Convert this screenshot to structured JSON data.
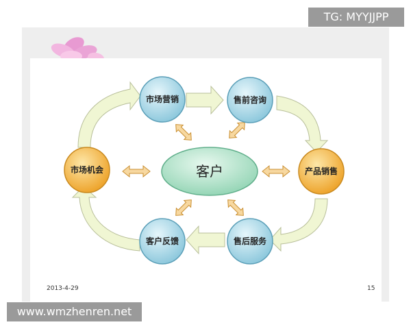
{
  "watermarks": {
    "tg": "TG: MYYJJPP",
    "url": "www.wmzhenren.net"
  },
  "footer": {
    "date": "2013-4-29",
    "page": "15"
  },
  "diagram": {
    "center": "客户",
    "nodes": {
      "market_marketing": "市场营销",
      "presale_consult": "售前咨询",
      "product_sales": "产品销售",
      "aftersale_service": "售后服务",
      "customer_feedback": "客户反馈",
      "market_opportunity": "市场机会"
    }
  },
  "colors": {
    "blue_node": "#a9d8ea",
    "orange_node": "#f5b743",
    "center_fill": "#a7e0c8",
    "arrow_fill": "#f0f6d3",
    "arrow_stroke": "#b8bf9a",
    "double_arrow_fill": "#f7d8a0",
    "double_arrow_stroke": "#c98e30"
  }
}
